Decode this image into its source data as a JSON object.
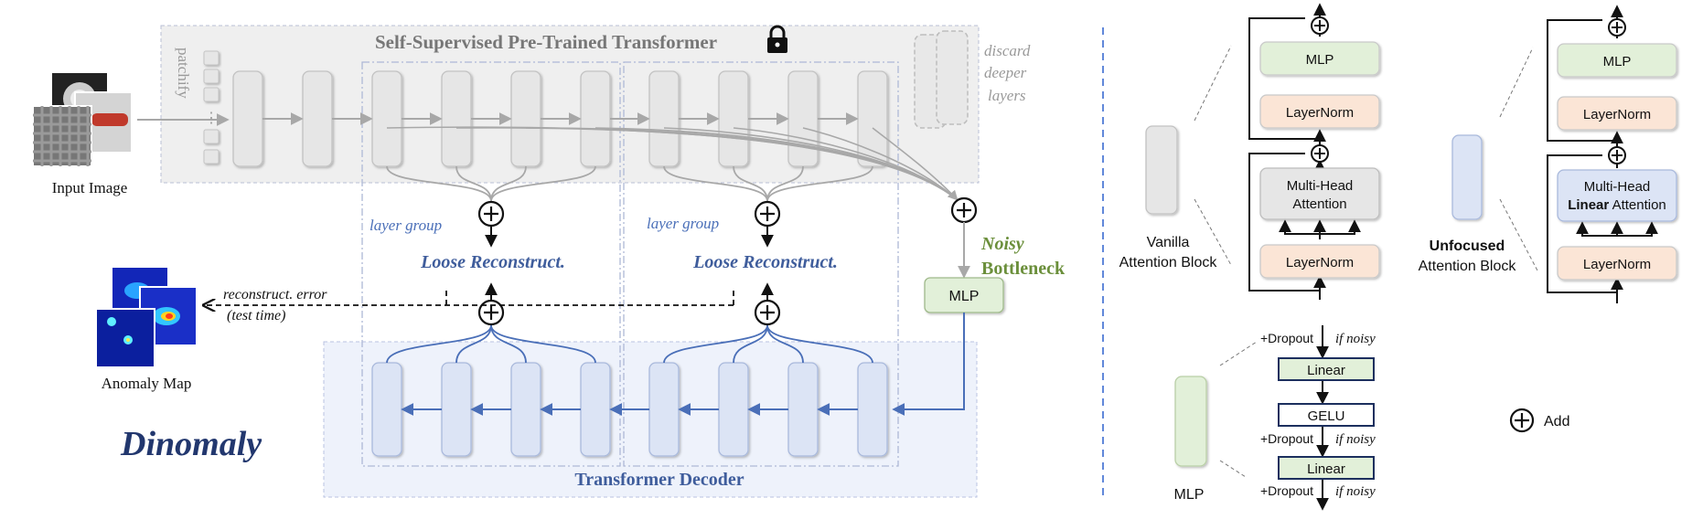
{
  "encoder": {
    "title": "Self-Supervised Pre-Trained Transformer",
    "patchify": "patchify",
    "discard": [
      "discard",
      "deeper",
      "layers"
    ]
  },
  "input_label": "Input Image",
  "anomaly_label": "Anomaly Map",
  "layer_group_label": "layer group",
  "loose_recon_label": "Loose Reconstruct.",
  "noisy_bottleneck": [
    "Noisy",
    "Bottleneck"
  ],
  "mlp_label": "MLP",
  "recon_error": [
    "reconstruct. error",
    "(test time)"
  ],
  "decoder_title": "Transformer Decoder",
  "logo_text": "Dinomaly",
  "vanilla_block": {
    "caption": [
      "Vanilla",
      "Attention Block"
    ],
    "mlp": "MLP",
    "layernorm": "LayerNorm",
    "attention": [
      "Multi-Head",
      "Attention"
    ]
  },
  "unfocused_block": {
    "caption": [
      "Unfocused",
      "Attention Block"
    ],
    "mlp": "MLP",
    "layernorm": "LayerNorm",
    "attention": [
      "Multi-Head",
      "Linear",
      "Attention"
    ]
  },
  "mlp_detail": {
    "caption": "MLP",
    "dropout": "+Dropout",
    "if_noisy": "if noisy",
    "linear": "Linear",
    "gelu": "GELU"
  },
  "add_legend": "Add",
  "colors": {
    "encoder_bg": "#eeeeee",
    "decoder_bg": "#eef2fb",
    "block_gray": "#e6e6e6",
    "block_blue": "#dce4f5",
    "mlp_green": "#e2f0d9",
    "layernorm_peach": "#fbe5d6",
    "navy": "#2e4a8a",
    "green_text": "#6b8f3b",
    "arrow_blue": "#4a6fb8"
  }
}
